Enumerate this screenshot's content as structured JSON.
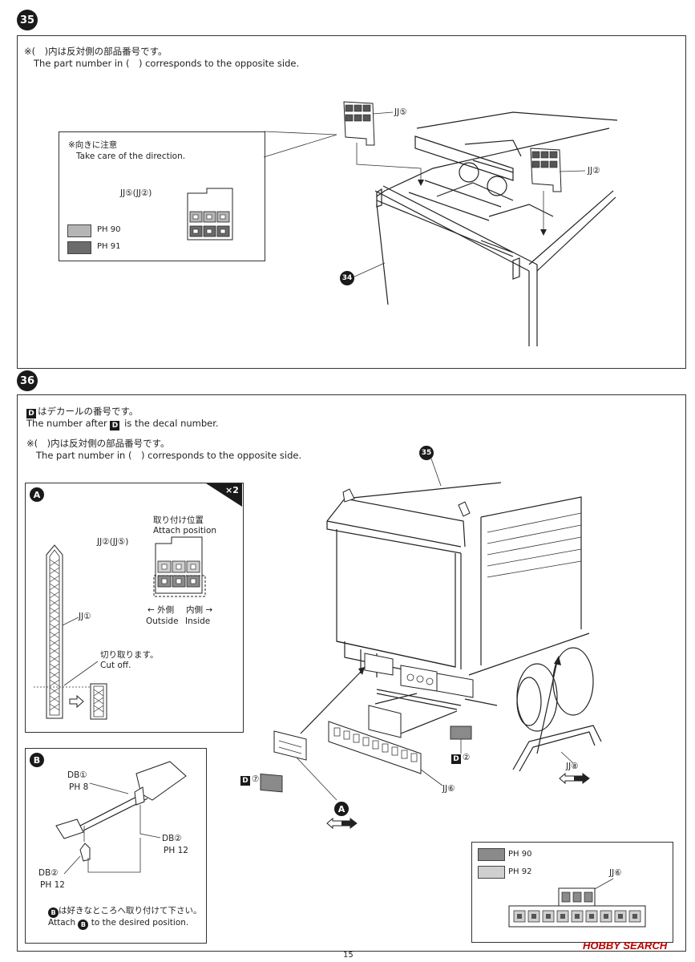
{
  "page_number": "15",
  "watermark": "HOBBY SEARCH",
  "step35": {
    "number": "35",
    "note_jp": "※(　)内は反対側の部品番号です。",
    "note_en": "The part number in (　) corresponds to the opposite side.",
    "callout_note_jp": "※向きに注意",
    "callout_note_en": "Take care of the direction.",
    "callout_part_label": "JJ⑤(JJ②)",
    "legend": [
      {
        "code": "PH 90",
        "color": "#b5b5b5"
      },
      {
        "code": "PH 91",
        "color": "#6b6b6b"
      }
    ],
    "label_jj5": "JJ⑤",
    "label_jj2": "JJ②",
    "label_34": "34",
    "colors": {
      "light_gray": "#b5b5b5",
      "dark_gray": "#6b6b6b"
    }
  },
  "step36": {
    "number": "36",
    "decal_note_jp": "はデカールの番号です。",
    "decal_note_en_pre": "The number after",
    "decal_note_en_post": "is the decal number.",
    "decal_letter": "D",
    "note_jp": "※(　)内は反対側の部品番号です。",
    "note_en": "The part number in (　) corresponds to the opposite side.",
    "panel_a": {
      "letter": "A",
      "multiplier": "×2",
      "attach_jp": "取り付け位置",
      "attach_en": "Attach position",
      "part_label": "JJ②(JJ⑤)",
      "outside_jp": "← 外側",
      "inside_jp": "内側 →",
      "outside_en": "Outside",
      "inside_en": "Inside",
      "jj1": "JJ①",
      "cut_jp": "切り取ります。",
      "cut_en": "Cut off."
    },
    "panel_b": {
      "letter": "B",
      "db1": "DB①",
      "ph8": "PH 8",
      "db2a": "DB②",
      "ph12a": "PH 12",
      "db2b": "DB②",
      "ph12b": "PH 12",
      "note_jp": "は好きなところへ取り付けて下さい。",
      "note_en_pre": "Attach",
      "note_en_post": "to the desired position."
    },
    "labels": {
      "ref35": "35",
      "d7": "⑦",
      "d2": "②",
      "jj6": "JJ⑥",
      "jj8": "JJ⑧",
      "a": "A"
    },
    "legend": [
      {
        "code": "PH 90",
        "color": "#8a8a8a"
      },
      {
        "code": "PH 92",
        "color": "#cfcfcf"
      }
    ],
    "legend_part": "JJ⑥"
  }
}
